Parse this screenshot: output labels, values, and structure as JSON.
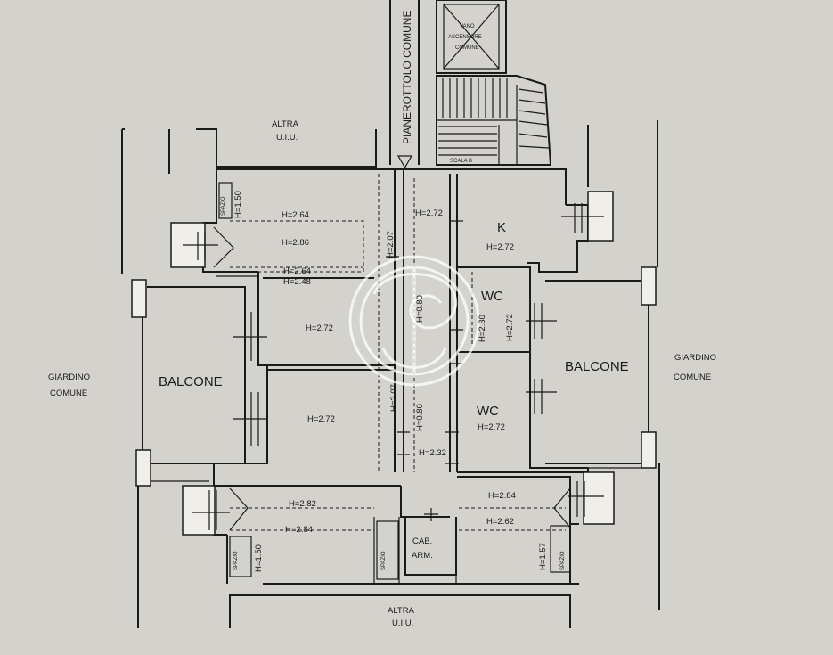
{
  "labels": {
    "landing": "PIANEROTTOLO COMUNE",
    "other_unit": "ALTRA",
    "other_unit_suffix": "U.I.U.",
    "lift_shaft": [
      "VANO",
      "ASCENSORE",
      "COMUNE"
    ],
    "stair": "SCALA B",
    "garden": [
      "GIARDINO",
      "COMUNE"
    ],
    "balcony": "BALCONE",
    "kitchen": "K",
    "wc": "WC",
    "closet": [
      "CAB.",
      "ARM."
    ],
    "space": "SPAZIO"
  },
  "heights": {
    "top_left_a": "H=2.64",
    "top_left_b": "H=2.86",
    "top_left_c": "H=2.64",
    "top_left_d": "H=2.48",
    "top_left_side": "H=1.50",
    "corridor_top": "H=2.72",
    "corridor_vert_a": "H=2.07",
    "corridor_vert_b": "H=2.07",
    "kitchen": "H=2.72",
    "middle_left_room": "H=2.72",
    "lower_left_room": "H=2.72",
    "corridor_low_a": "H=0.80",
    "corridor_low_b": "H=0.80",
    "wc_a_left": "H=2.30",
    "wc_a_right": "H=2.72",
    "wc_b": "H=2.72",
    "corridor_bottom": "H=2.32",
    "bottom_left_a": "H=2.82",
    "bottom_left_b": "H=2.84",
    "bottom_left_side": "H=1.50",
    "bottom_right_a": "H=2.84",
    "bottom_right_b": "H=2.62",
    "bottom_right_side": "H=1.57"
  }
}
